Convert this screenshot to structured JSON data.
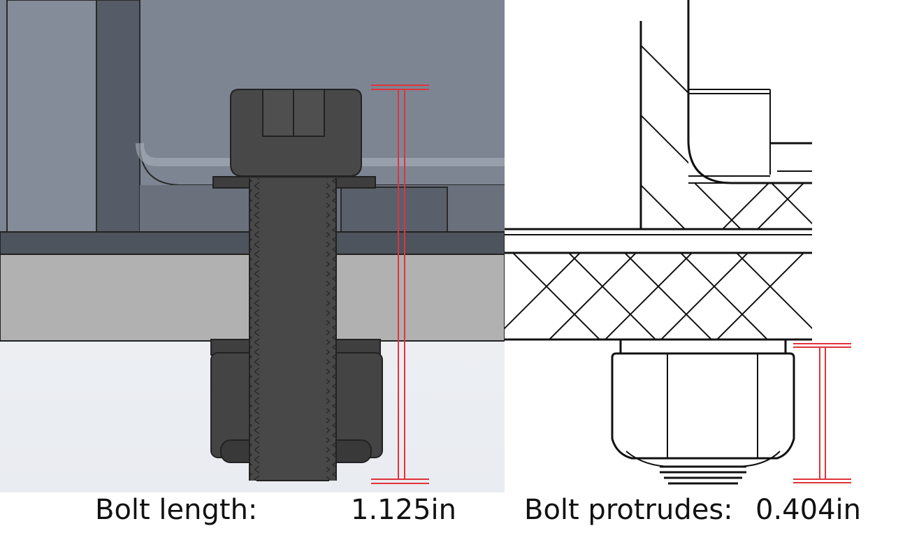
{
  "left_caption": {
    "label": "Bolt length:",
    "value": "1.125in"
  },
  "right_caption": {
    "label": "Bolt protrudes:",
    "value": "0.404in"
  },
  "colors": {
    "dimension_line": "#e0333a",
    "bolt_dark": "#464646",
    "bracket_blue": "#7d8593",
    "plate_grey": "#b1b1b1"
  },
  "chart_data": {
    "type": "diagram",
    "measurements": [
      {
        "name": "Bolt length",
        "value": 1.125,
        "unit": "in"
      },
      {
        "name": "Bolt protrudes",
        "value": 0.404,
        "unit": "in"
      }
    ]
  }
}
